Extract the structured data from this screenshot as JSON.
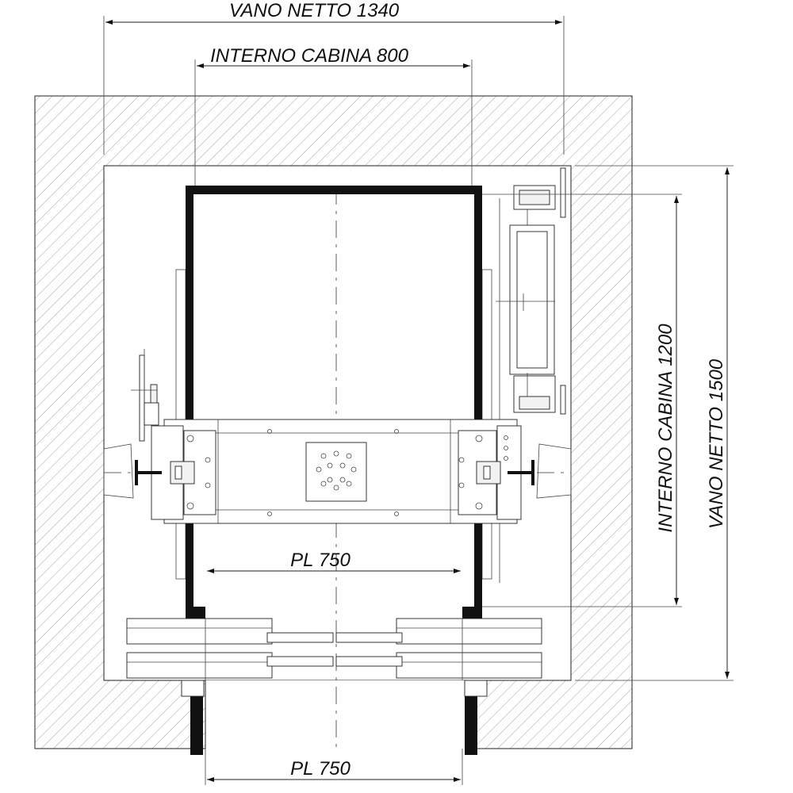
{
  "dimensions": {
    "shaft_width": "VANO NETTO 1340",
    "car_width": "INTERNO CABINA 800",
    "car_depth": "INTERNO CABINA 1200",
    "shaft_depth": "VANO NETTO 1500",
    "door_clear_inner": "PL 750",
    "door_clear_outer": "PL 750"
  },
  "colors": {
    "line": "#222222",
    "hatch": "#9a9a9a",
    "car_wall": "#111111"
  }
}
